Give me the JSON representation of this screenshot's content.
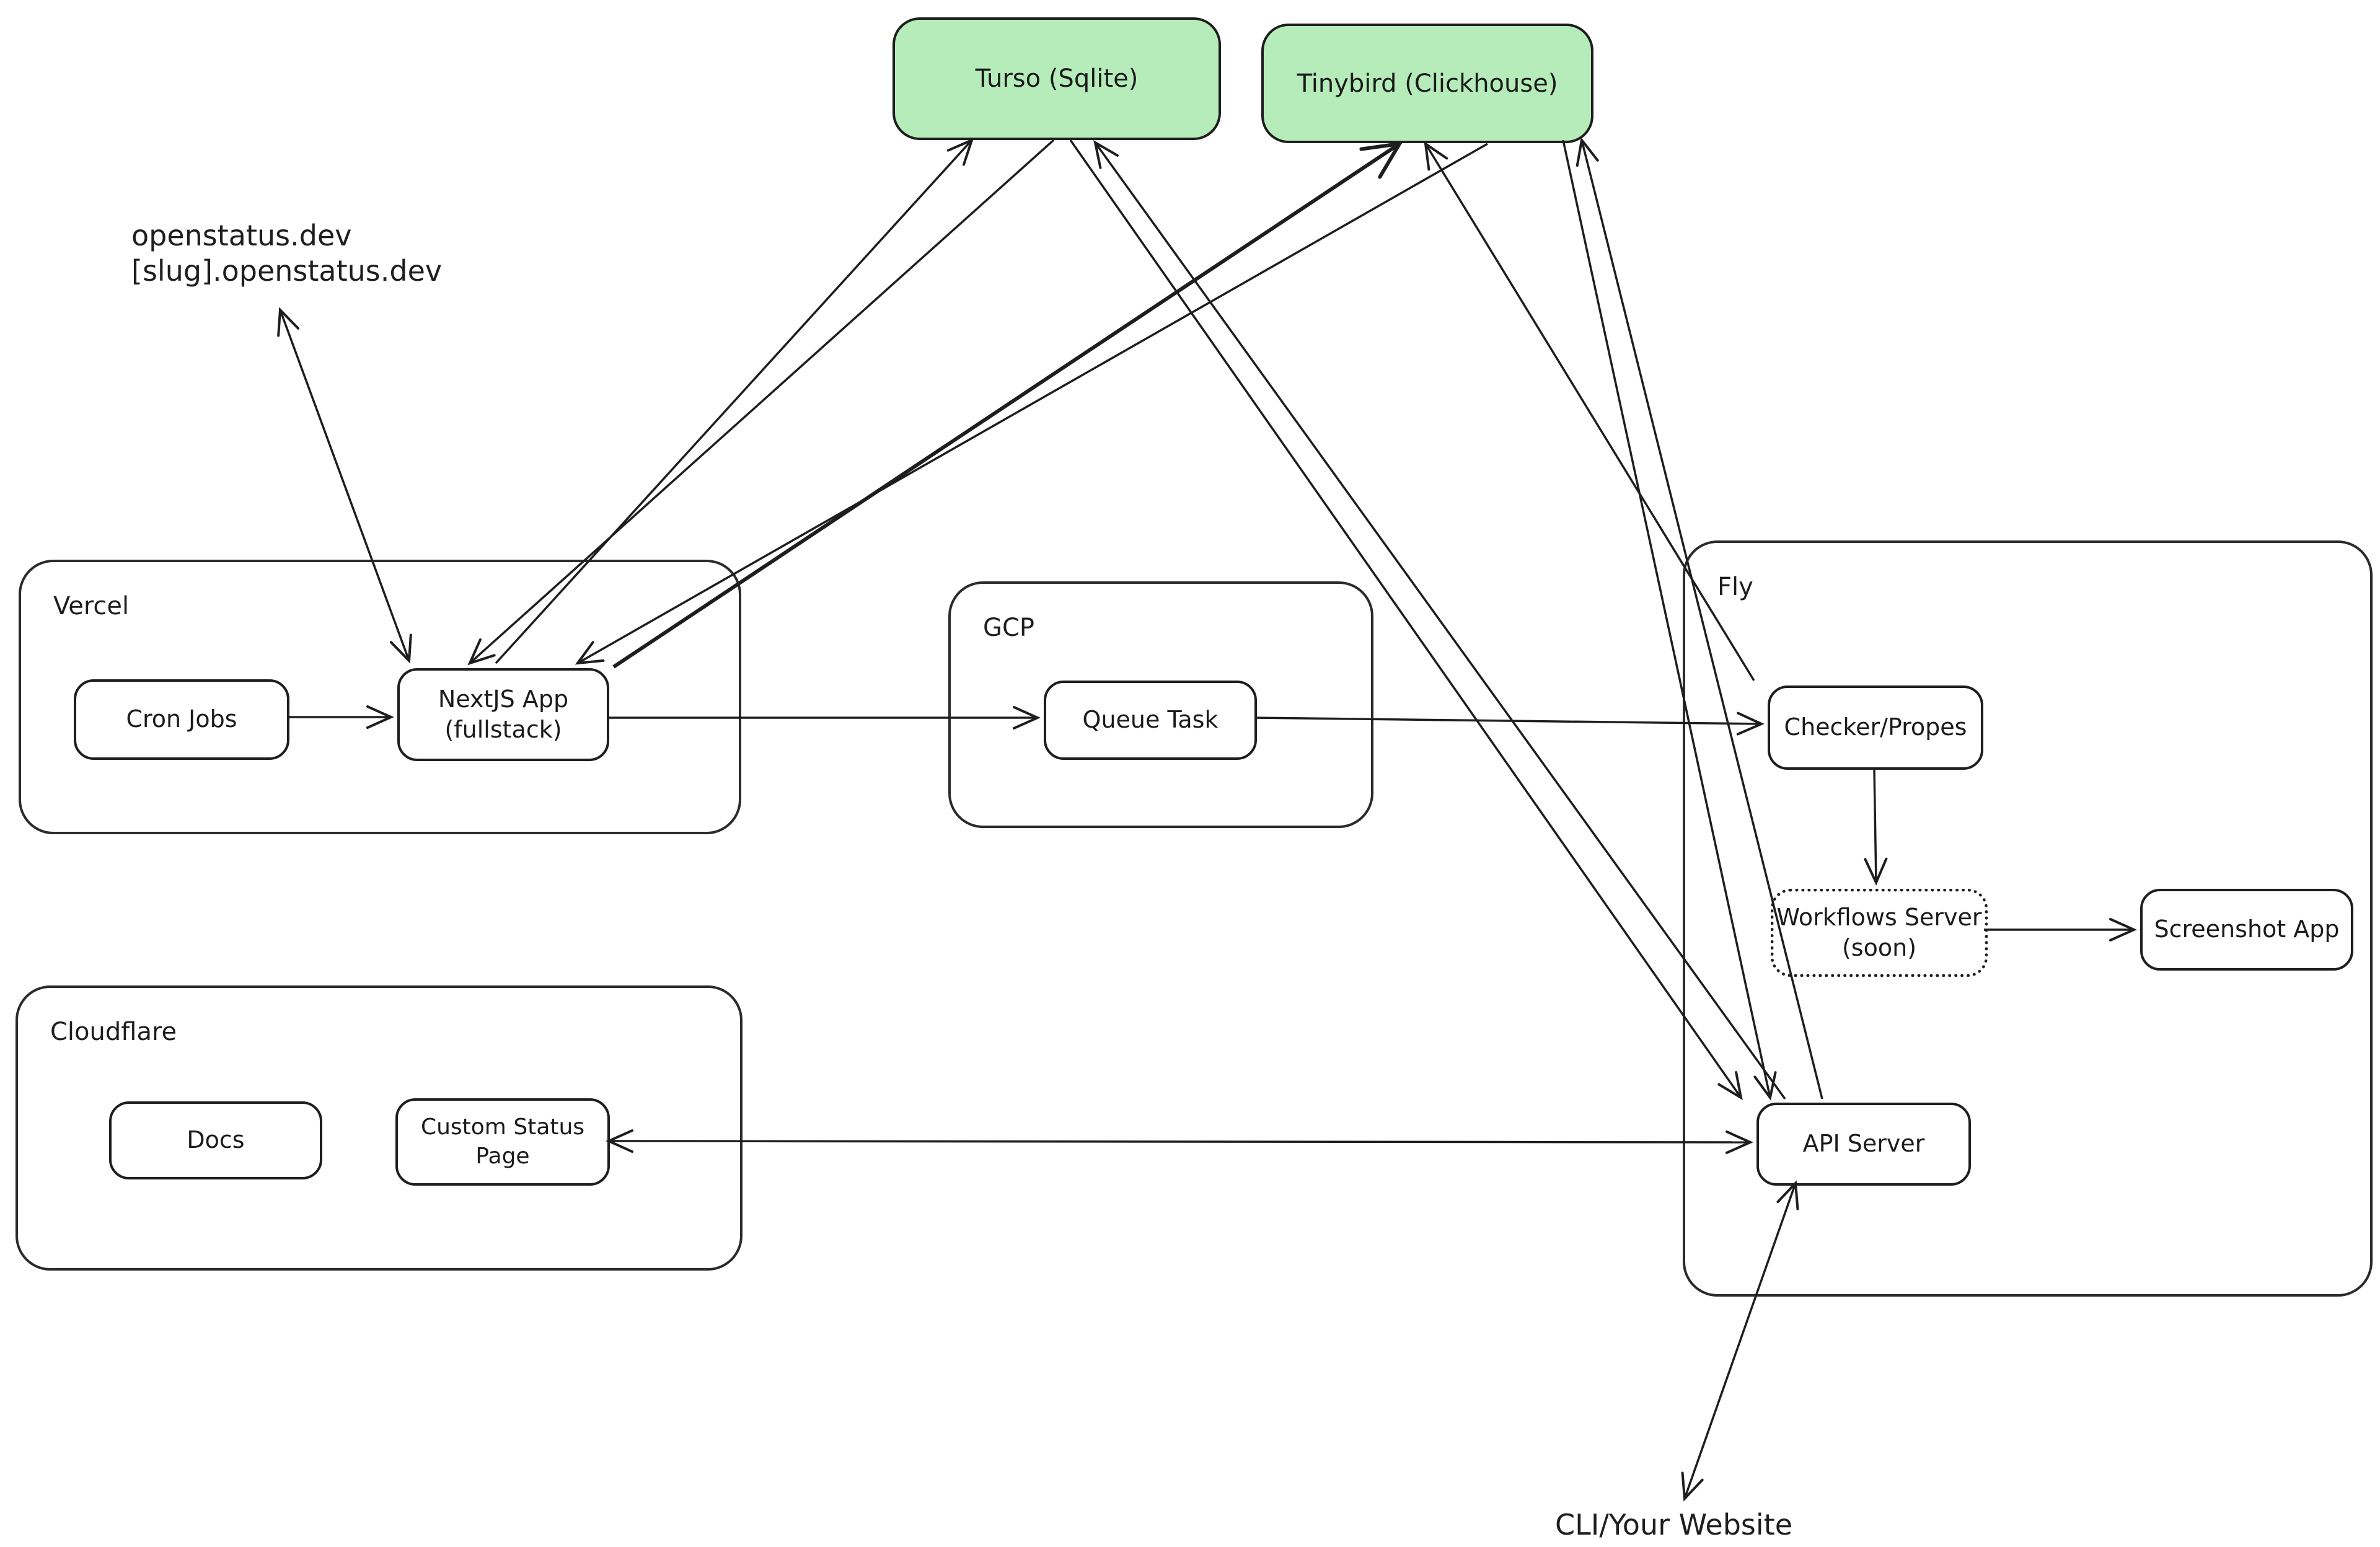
{
  "colors": {
    "background": "#ffffff",
    "stroke": "#1e1e1e",
    "database_fill": "#b5ecba"
  },
  "containers": {
    "vercel": {
      "label": "Vercel"
    },
    "gcp": {
      "label": "GCP"
    },
    "fly": {
      "label": "Fly"
    },
    "cloudflare": {
      "label": "Cloudflare"
    }
  },
  "nodes": {
    "turso": {
      "label": "Turso (Sqlite)"
    },
    "tinybird": {
      "label": "Tinybird (Clickhouse)"
    },
    "cron_jobs": {
      "label": "Cron Jobs"
    },
    "nextjs": {
      "line1": "NextJS App",
      "line2": "(fullstack)"
    },
    "queue_task": {
      "label": "Queue Task"
    },
    "checker": {
      "label": "Checker/Propes"
    },
    "workflows": {
      "line1": "Workflows Server",
      "line2": "(soon)"
    },
    "screenshot_app": {
      "label": "Screenshot App"
    },
    "api_server": {
      "label": "API Server"
    },
    "docs": {
      "label": "Docs"
    },
    "custom_status_page": {
      "label": "Custom Status Page"
    }
  },
  "annotations": {
    "domain_line1": "openstatus.dev",
    "domain_line2": "[slug].openstatus.dev",
    "cli": "CLI/Your Website"
  },
  "edges": [
    {
      "from": "nextjs",
      "to": "openstatus_domains",
      "arrows": "both"
    },
    {
      "from": "nextjs",
      "to": "turso",
      "arrows": "end"
    },
    {
      "from": "turso",
      "to": "nextjs",
      "arrows": "end"
    },
    {
      "from": "nextjs",
      "to": "tinybird",
      "arrows": "end",
      "emphasis": "bold"
    },
    {
      "from": "tinybird",
      "to": "nextjs",
      "arrows": "end"
    },
    {
      "from": "checker",
      "to": "tinybird",
      "arrows": "end"
    },
    {
      "from": "turso",
      "to": "api_server",
      "arrows": "end"
    },
    {
      "from": "api_server",
      "to": "turso",
      "arrows": "end"
    },
    {
      "from": "tinybird",
      "to": "api_server",
      "arrows": "end"
    },
    {
      "from": "api_server",
      "to": "tinybird",
      "arrows": "end"
    },
    {
      "from": "cron_jobs",
      "to": "nextjs",
      "arrows": "end"
    },
    {
      "from": "nextjs",
      "to": "queue_task",
      "arrows": "end"
    },
    {
      "from": "queue_task",
      "to": "checker",
      "arrows": "end"
    },
    {
      "from": "checker",
      "to": "workflows",
      "arrows": "end"
    },
    {
      "from": "workflows",
      "to": "screenshot_app",
      "arrows": "end"
    },
    {
      "from": "custom_status_page",
      "to": "api_server",
      "arrows": "both"
    },
    {
      "from": "api_server",
      "to": "cli_your_website",
      "arrows": "both"
    }
  ]
}
